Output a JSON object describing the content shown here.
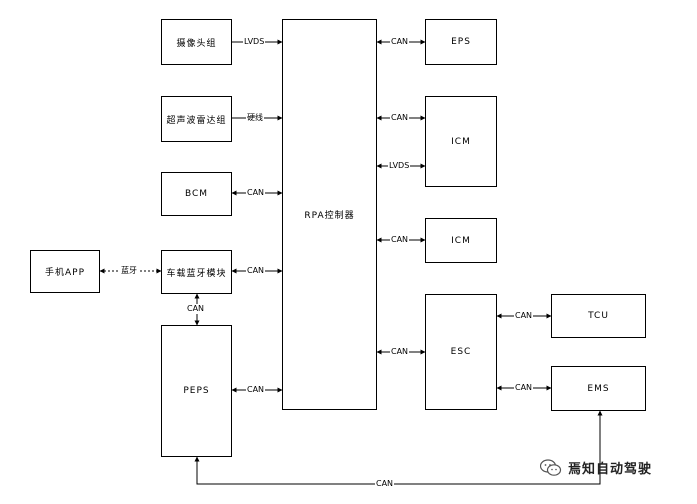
{
  "blocks": {
    "camera": "摄像头组",
    "ultrasonic": "超声波雷达组",
    "bcm": "BCM",
    "bt_module": "车载蓝牙模块",
    "phone_app": "手机APP",
    "peps": "PEPS",
    "rpa": "RPA控制器",
    "eps": "EPS",
    "icm1": "ICM",
    "icm2": "ICM",
    "esc": "ESC",
    "tcu": "TCU",
    "ems": "EMS"
  },
  "links": {
    "camera_rpa": "LVDS",
    "ultrasonic_rpa": "硬线",
    "bcm_rpa": "CAN",
    "bt_rpa": "CAN",
    "app_bt": "蓝牙",
    "bt_peps": "CAN",
    "peps_rpa": "CAN",
    "rpa_eps": "CAN",
    "rpa_icm1_can": "CAN",
    "rpa_icm1_lvds": "LVDS",
    "rpa_icm2": "CAN",
    "rpa_esc": "CAN",
    "esc_tcu": "CAN",
    "esc_ems": "CAN",
    "ems_peps": "CAN"
  },
  "watermark": {
    "text": "焉知自动驾驶",
    "icon": "wechat-icon"
  }
}
